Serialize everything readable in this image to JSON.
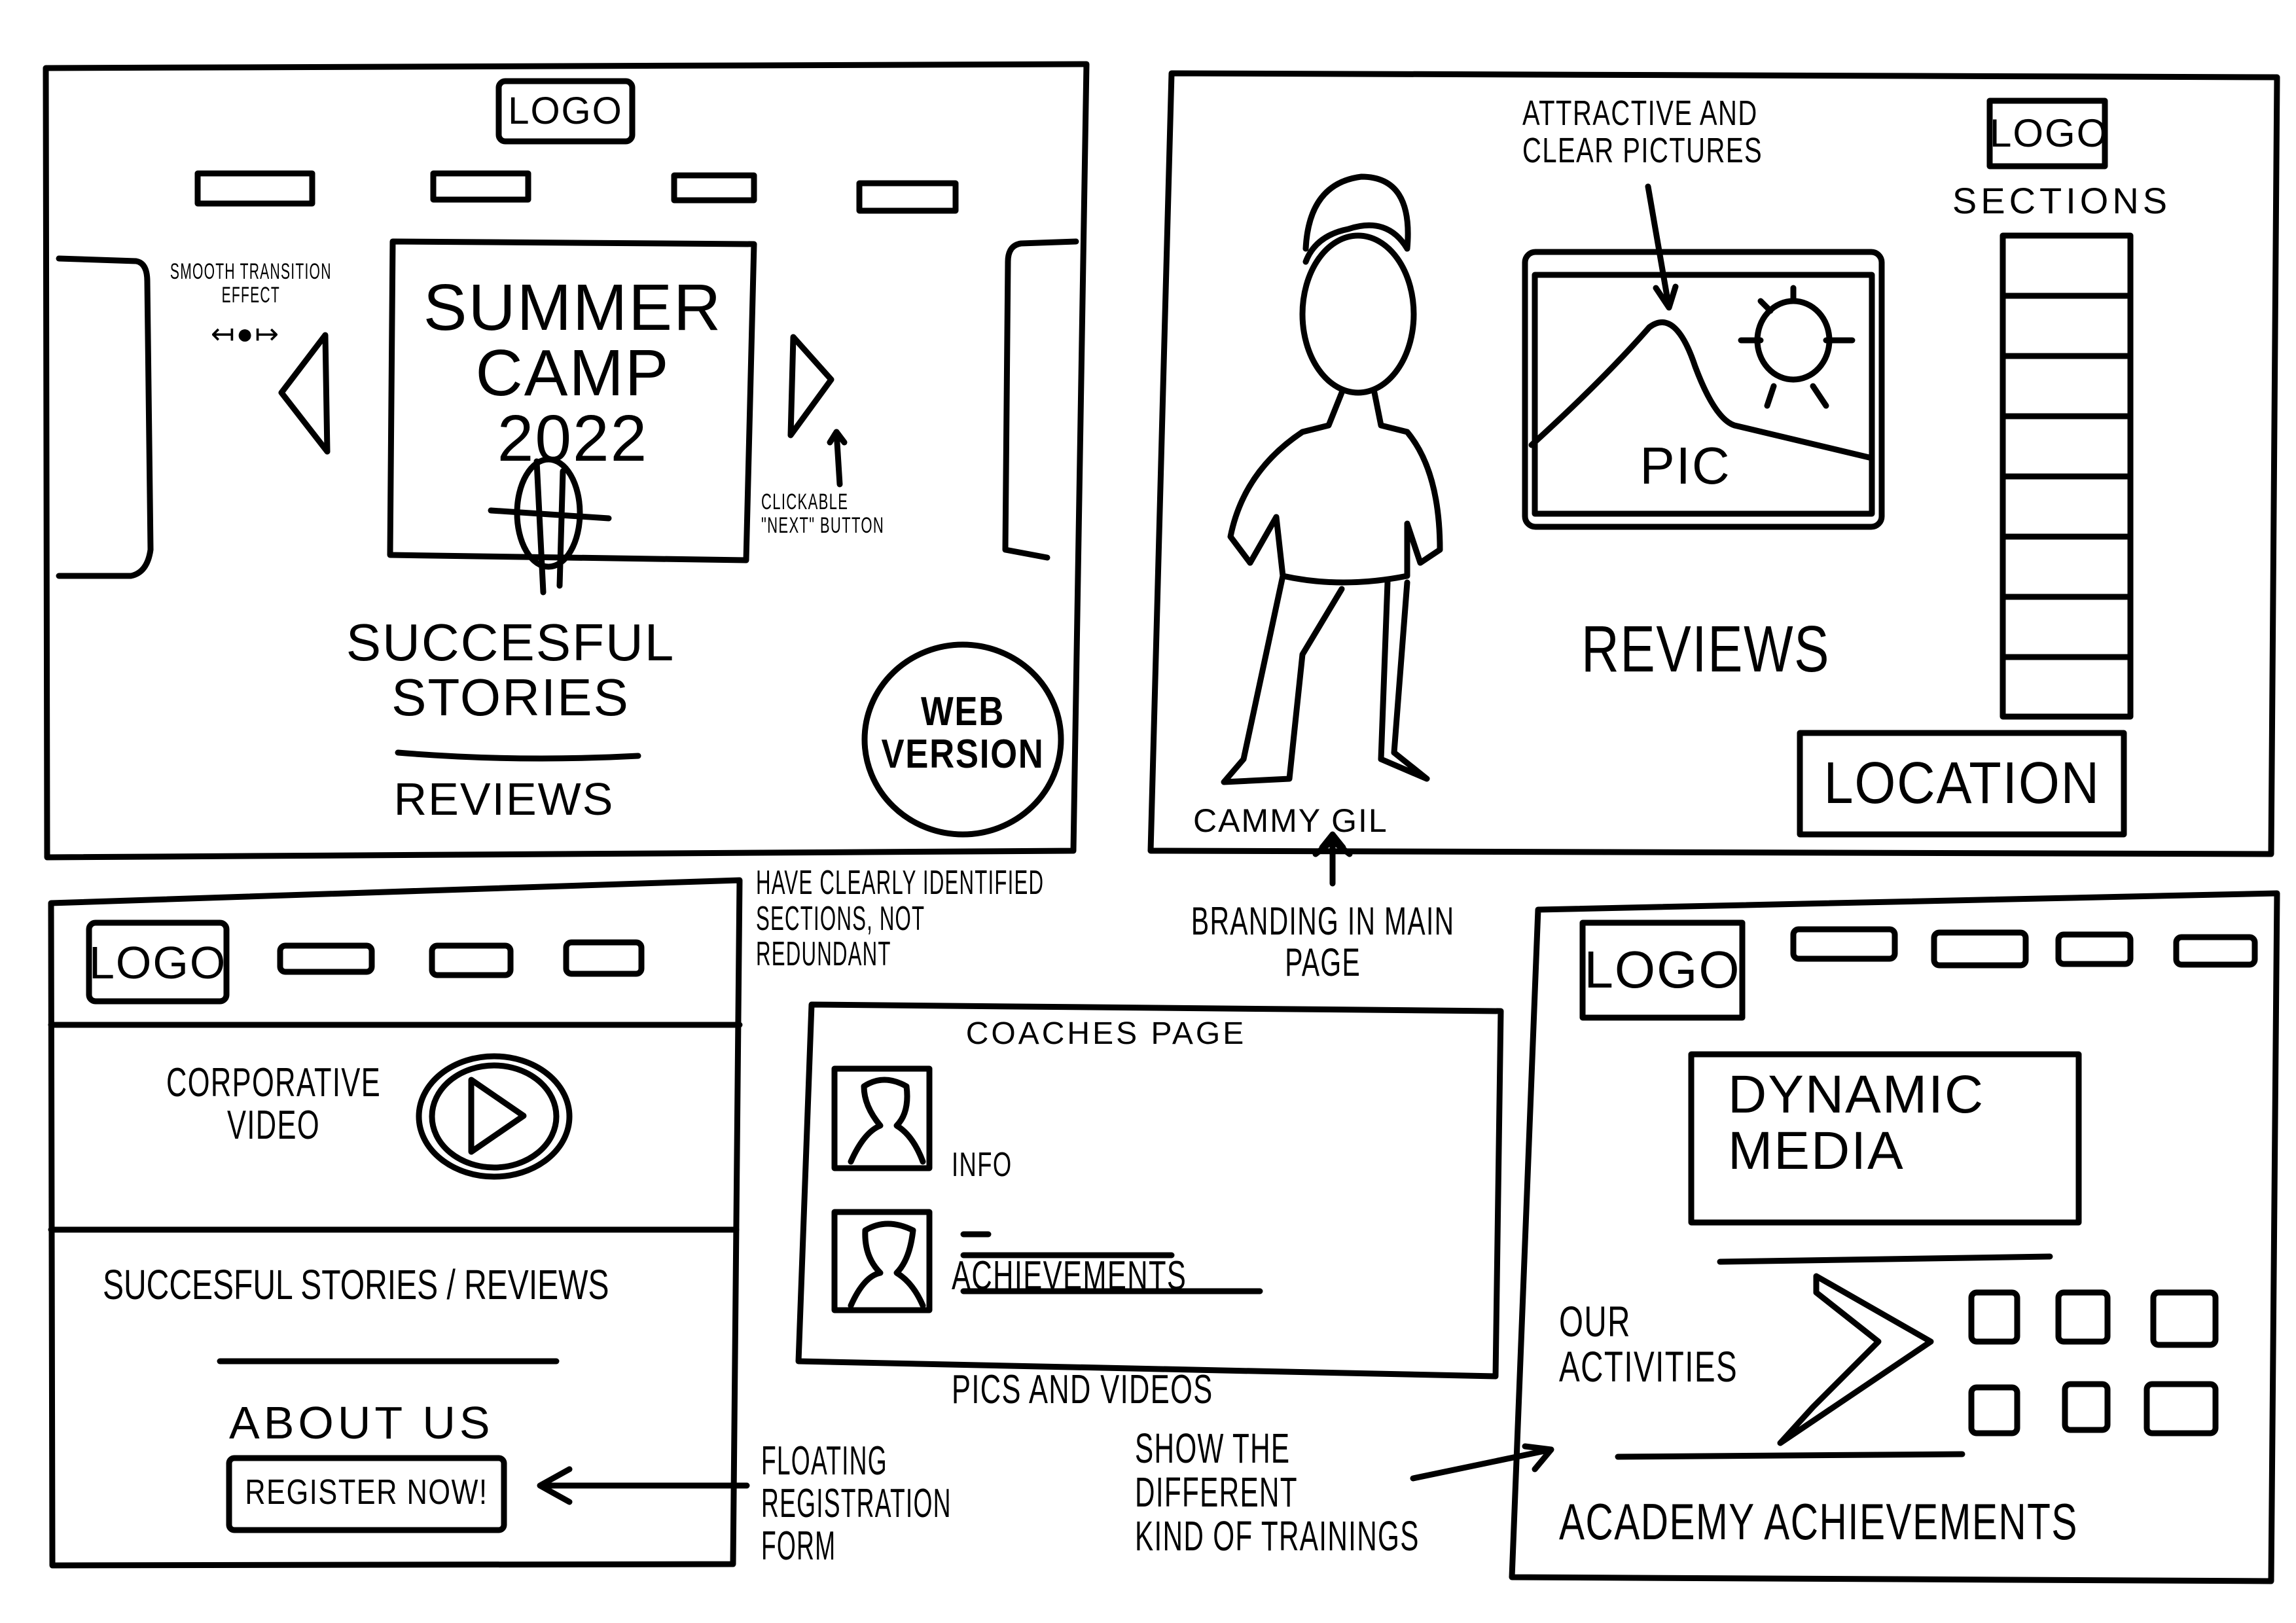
{
  "colors": {
    "ink": "#000000",
    "paper": "#ffffff"
  },
  "panel_home_carousel": {
    "logo": "LOGO",
    "slide_title": "SUMMER\nCAMP\n2022",
    "note_transition": "SMOOTH TRANSITION\nEFFECT",
    "note_transition_icon": "swipe-icon",
    "note_next": "CLICKABLE\n\"NEXT\" BUTTON",
    "stories": "SUCCESFUL\nSTORIES",
    "reviews": "REVIEWS",
    "badge": "WEB\nVERSION"
  },
  "panel_branding": {
    "note_pictures": "ATTRACTIVE AND\nCLEAR PICTURES",
    "logo": "LOGO",
    "sections_label": "SECTIONS",
    "pic_label": "PIC",
    "reviews": "REVIEWS",
    "location": "LOCATION",
    "mascot_name": "CAMMY GIL"
  },
  "notes": {
    "sections": "HAVE CLEARLY IDENTIFIED\nSECTIONS, NOT\nREDUNDANT",
    "branding": "BRANDING IN MAIN\nPAGE",
    "registration": "FLOATING\nREGISTRATION\nFORM",
    "trainings": "SHOW THE\nDIFFERENT\nKIND OF TRAININGS"
  },
  "panel_video": {
    "logo": "LOGO",
    "video_label": "CORPORATIVE\nVIDEO",
    "stories_reviews": "SUCCESFUL STORIES / REVIEWS",
    "about": "ABOUT US",
    "register": "REGISTER NOW!"
  },
  "coaches": {
    "title": "COACHES PAGE",
    "items": [
      "INFO",
      "ACHIEVEMENTS",
      "PICS AND VIDEOS"
    ]
  },
  "panel_activities": {
    "logo": "LOGO",
    "media": "DYNAMIC\nMEDIA",
    "activities": "OUR\nACTIVITIES",
    "achievements": "ACADEMY ACHIEVEMENTS"
  }
}
